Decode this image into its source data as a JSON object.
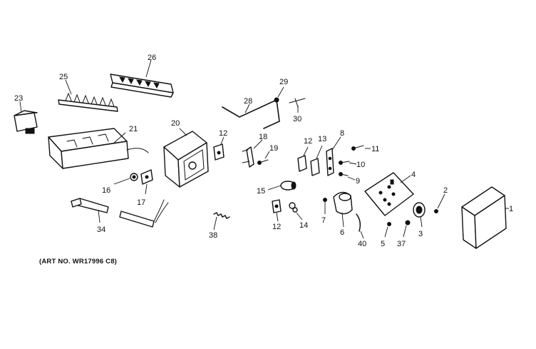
{
  "art_number": "(ART NO. WR17996 C8)",
  "callouts": {
    "p1": "1",
    "p2": "2",
    "p3": "3",
    "p4": "4",
    "p5": "5",
    "p6": "6",
    "p7": "7",
    "p8": "8",
    "p9": "9",
    "p10": "10",
    "p11": "11",
    "p12a": "12",
    "p12b": "12",
    "p12c": "12",
    "p13": "13",
    "p14": "14",
    "p15": "15",
    "p16": "16",
    "p17": "17",
    "p18": "18",
    "p19": "19",
    "p20": "20",
    "p21": "21",
    "p23": "23",
    "p25": "25",
    "p26": "26",
    "p28": "28",
    "p29": "29",
    "p30": "30",
    "p34": "34",
    "p37": "37",
    "p38": "38",
    "p40": "40"
  }
}
